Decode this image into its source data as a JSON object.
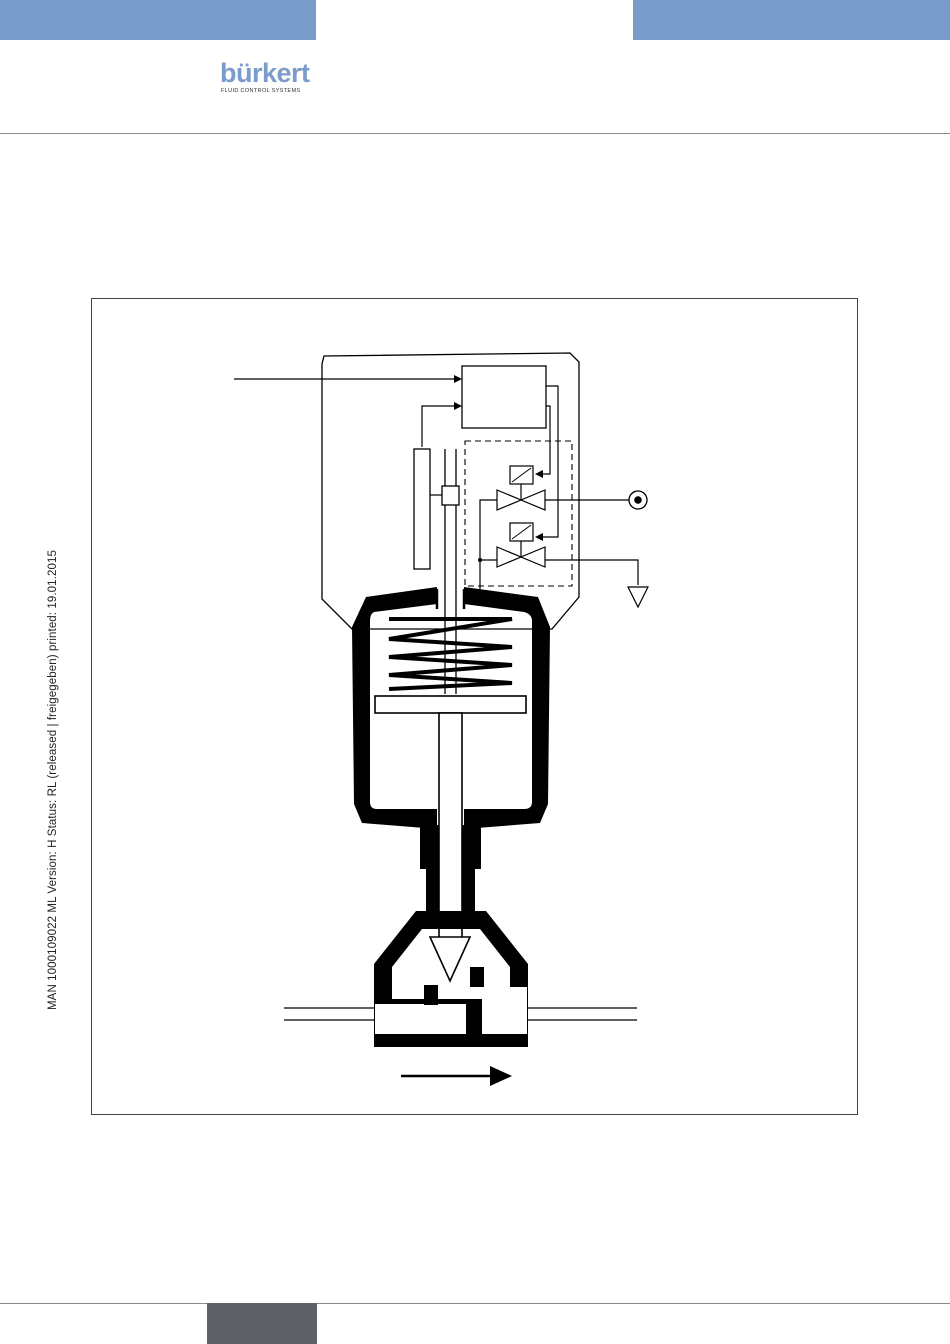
{
  "header": {
    "brand_name": "bürkert",
    "brand_tagline": "FLUID CONTROL SYSTEMS",
    "colors": {
      "accent_bar": "#7a9ccb",
      "footer_tab": "#5f6168"
    }
  },
  "side_stamp": "MAN  1000109022  ML  Version: H  Status: RL (released | freigegeben)  printed: 19.01.2015",
  "figure": {
    "description_visible": false,
    "icons": [
      "pressure-supply-icon",
      "exhaust-ground-icon",
      "flow-direction-arrow-icon"
    ]
  }
}
